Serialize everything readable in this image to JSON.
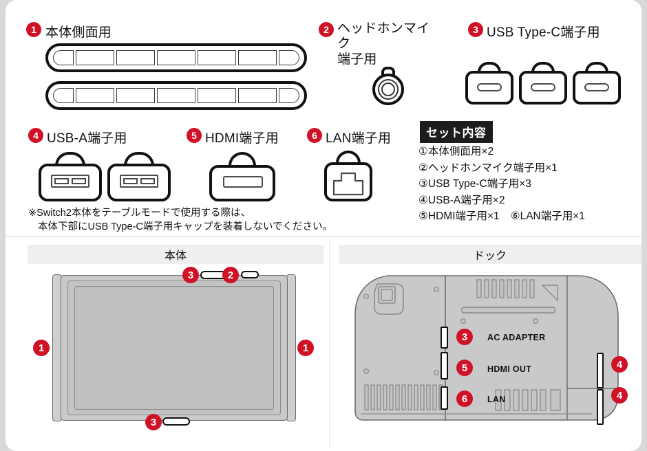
{
  "page": {
    "background_color": "#d9d9d9",
    "card_color": "#ffffff",
    "accent_color": "#cf1225"
  },
  "cap_sections": [
    {
      "num": "1",
      "label": "本体側面用",
      "icon": "side-rail-cap-icon",
      "count_in_art": 2
    },
    {
      "num": "2",
      "label": "ヘッドホンマイク\n端子用",
      "label_line1": "ヘッドホンマイク",
      "label_line2": "端子用",
      "icon": "headphone-mic-jack-cap-icon",
      "count_in_art": 1
    },
    {
      "num": "3",
      "label": "USB Type-C端子用",
      "icon": "usb-type-c-cap-icon",
      "count_in_art": 3
    },
    {
      "num": "4",
      "label": "USB-A端子用",
      "icon": "usb-a-cap-icon",
      "count_in_art": 2
    },
    {
      "num": "5",
      "label": "HDMI端子用",
      "icon": "hdmi-cap-icon",
      "count_in_art": 1
    },
    {
      "num": "6",
      "label": "LAN端子用",
      "icon": "lan-cap-icon",
      "count_in_art": 1
    }
  ],
  "note": {
    "line1": "※Switch2本体をテーブルモードで使用する際は、",
    "line2": "本体下部にUSB Type-C端子用キャップを装着しないでください。"
  },
  "set_contents": {
    "heading": "セット内容",
    "items": [
      "①本体側面用×2",
      "②ヘッドホンマイク端子用×1",
      "③USB Type-C端子用×3",
      "④USB-A端子用×2"
    ],
    "last_line_left": "⑤HDMI端子用×1",
    "last_line_right": "⑥LAN端子用×1"
  },
  "diagrams": {
    "console": {
      "header": "本体",
      "markers": [
        {
          "num": "1",
          "position": "left-rail"
        },
        {
          "num": "1",
          "position": "right-rail"
        },
        {
          "num": "3",
          "position": "top-usb-c"
        },
        {
          "num": "2",
          "position": "top-headphone-jack"
        },
        {
          "num": "3",
          "position": "bottom-usb-c"
        }
      ]
    },
    "dock": {
      "header": "ドック",
      "port_labels": [
        {
          "num": "3",
          "label": "AC ADAPTER"
        },
        {
          "num": "5",
          "label": "HDMI OUT"
        },
        {
          "num": "6",
          "label": "LAN"
        }
      ],
      "side_markers": [
        {
          "num": "4",
          "position": "right-upper-usb-a"
        },
        {
          "num": "4",
          "position": "right-lower-usb-a"
        }
      ]
    }
  }
}
